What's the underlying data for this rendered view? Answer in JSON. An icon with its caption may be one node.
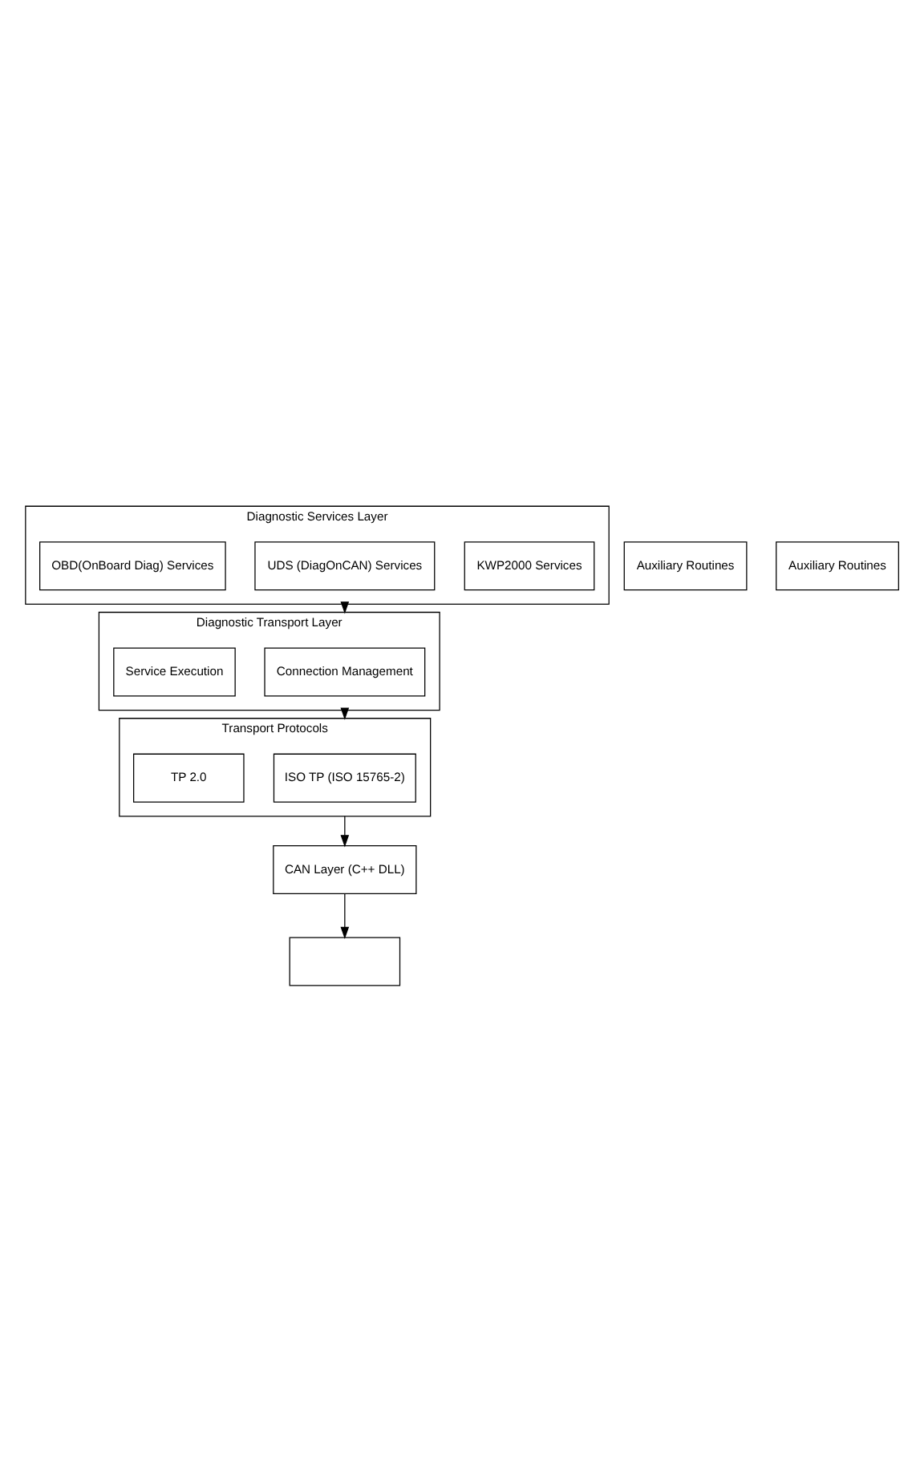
{
  "diagram": {
    "nodes": [
      {
        "text": [
          "Diagnostic Services Layer"
        ]
      },
      {
        "text": [
          "KWP2000 Services"
        ],
        "in": 0
      },
      {
        "text": [
          "UDS (DiagOnCAN) Services"
        ],
        "in": 0
      },
      {
        "text": [
          "OBD(OnBoard Diag) Services"
        ],
        "in": 0
      },
      {
        "text": [
          "Auxiliary Routines"
        ]
      },
      {
        "text": [
          "Diagnostic Transport Layer"
        ]
      },
      {
        "text": [
          "Connection Management"
        ],
        "in": 5
      },
      {
        "text": [
          "Service Execution"
        ],
        "in": 5
      },
      {
        "text": [
          "Auxiliary Routines"
        ]
      },
      {
        "text": [
          "Transport Protocols"
        ]
      },
      {
        "text": [
          "ISO TP (ISO 15765-2)"
        ],
        "in": 9
      },
      {
        "text": [
          "TP 2.0"
        ],
        "in": 9
      },
      {
        "text": [
          "CAN Layer (C++ DLL)"
        ]
      },
      {
        "text": [],
        "shape": "box"
      }
    ],
    "edges": [
      {
        "from": 0,
        "to": 5,
        "arrow": "to"
      },
      {
        "from": 5,
        "to": 9,
        "arrow": "to"
      },
      {
        "from": 9,
        "to": 12,
        "arrow": "to"
      },
      {
        "from": 12,
        "to": 13,
        "arrow": "to"
      }
    ]
  }
}
